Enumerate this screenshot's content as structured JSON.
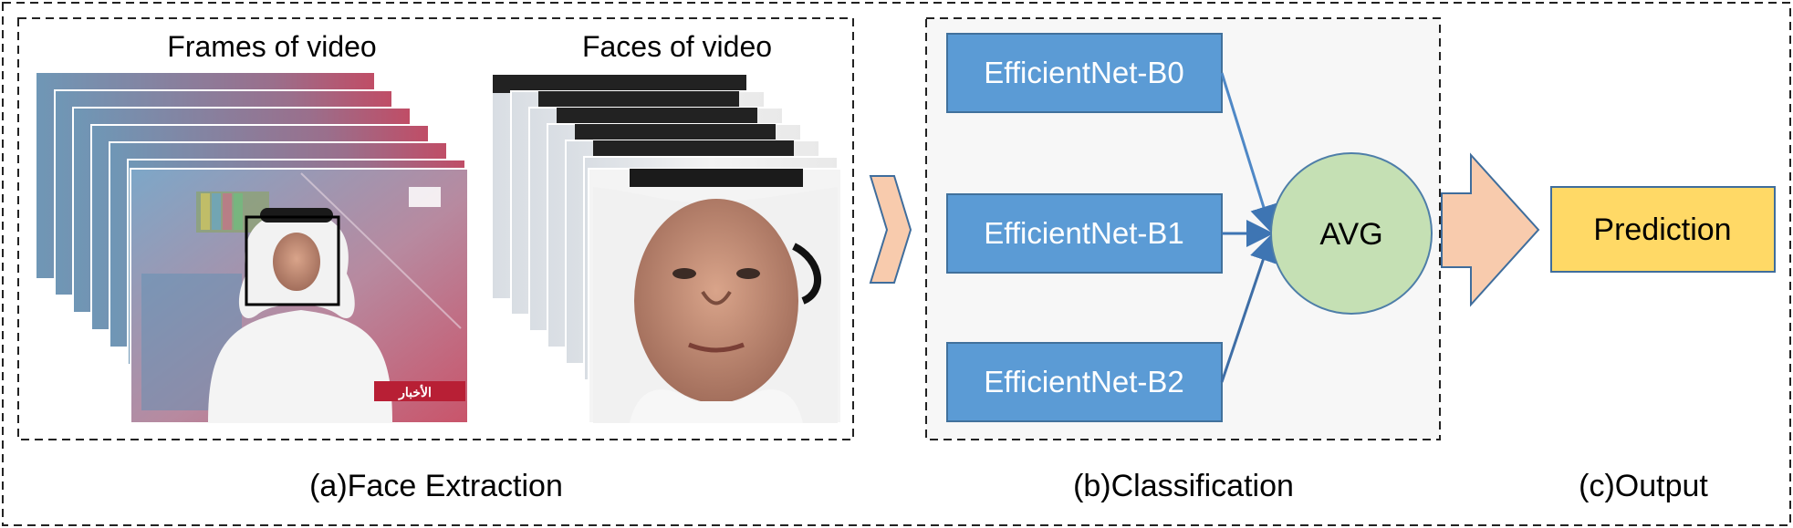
{
  "sections": {
    "face_extraction": {
      "caption": "(a)Face Extraction",
      "frames_title": "Frames of video",
      "faces_title": "Faces of video",
      "frame_image": {
        "description": "stack of news broadcast frames with detected face box",
        "channel_logo_text": "الأخبار"
      },
      "face_image": {
        "description": "stack of cropped face images"
      }
    },
    "classification": {
      "caption": "(b)Classification",
      "models": [
        "EfficientNet-B0",
        "EfficientNet-B1",
        "EfficientNet-B2"
      ],
      "aggregator": "AVG"
    },
    "output": {
      "caption": "(c)Output",
      "result": "Prediction"
    }
  },
  "colors": {
    "model_box": "#5b9bd5",
    "model_box_border": "#41719c",
    "avg_circle": "#c5e0b4",
    "avg_border": "#4e7ea8",
    "prediction_box": "#ffd966",
    "prediction_border": "#3f6d9c",
    "arrow_fill": "#f8cbad",
    "arrow_border": "#3f6d9c",
    "connector": "#4f88c6",
    "panel_bg": "#f7f7f7"
  }
}
